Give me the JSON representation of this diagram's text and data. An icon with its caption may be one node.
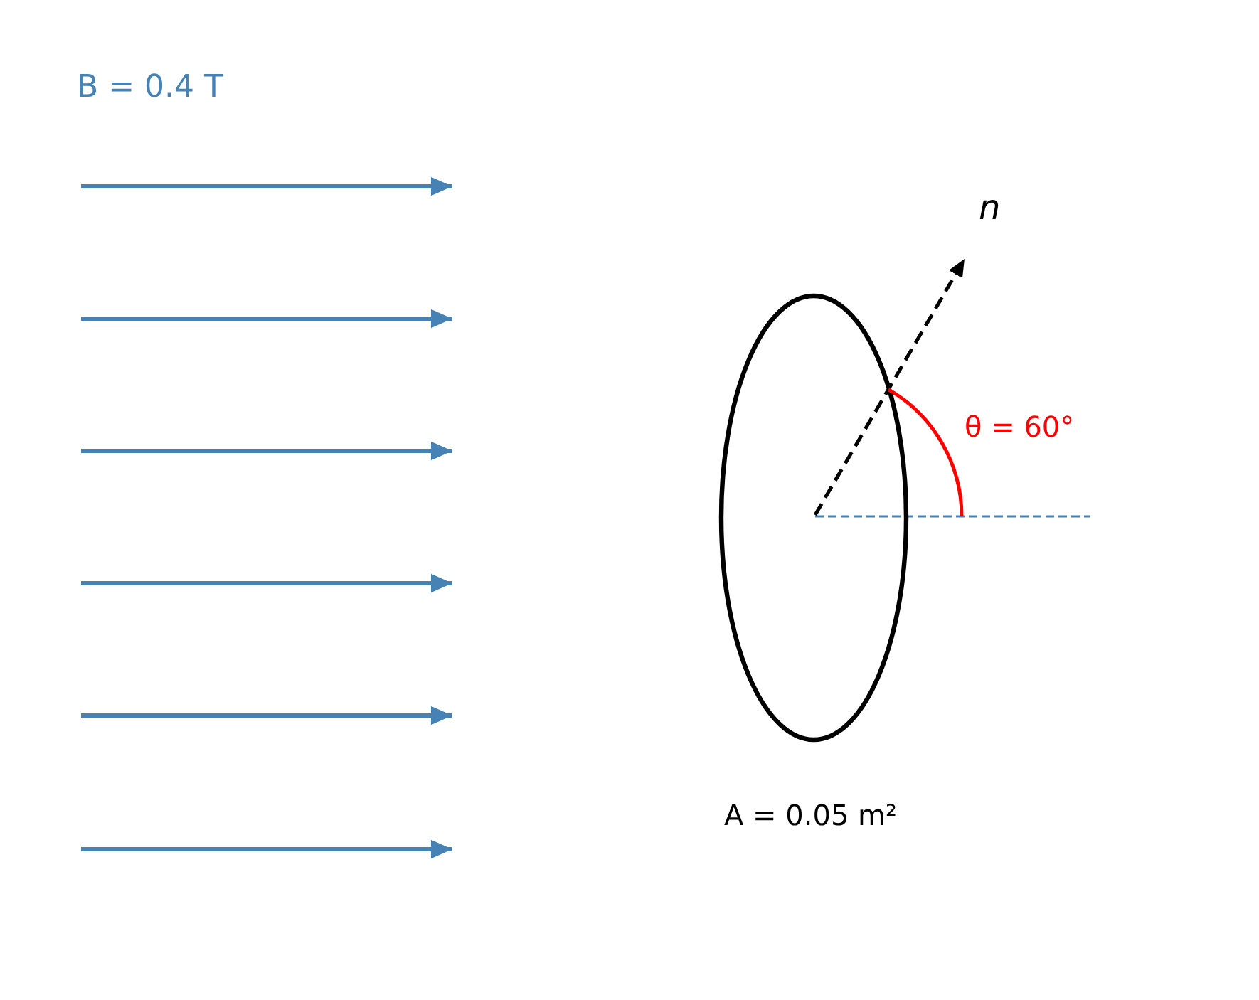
{
  "diagram": {
    "nodes": [
      {
        "text": [],
        "shape": "ellipse",
        "beside": [
          "A = 0.05 m²"
        ]
      }
    ],
    "labels": [
      "B = 0.4 T",
      "n",
      "θ = 60°"
    ]
  }
}
